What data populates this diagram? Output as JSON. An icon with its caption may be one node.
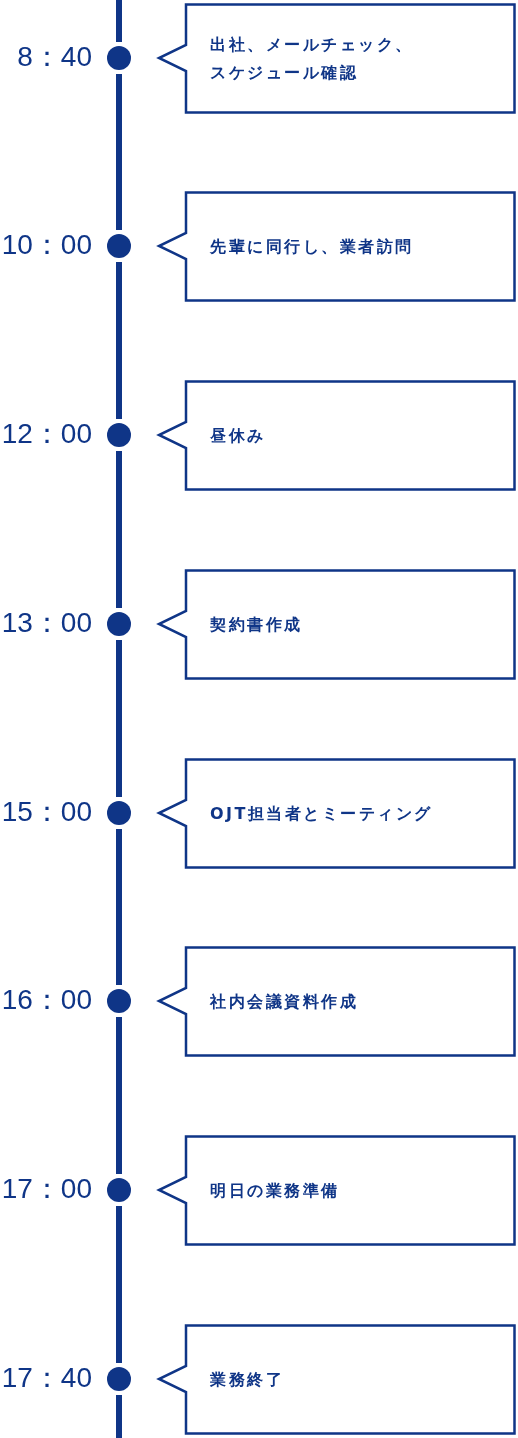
{
  "diagram": {
    "nodes": [
      {
        "text": [
          "出社、メールチェック、スケジュール確認"
        ],
        "beside": [
          "8：40"
        ]
      },
      {
        "text": [
          "先輩に同行し、業者訪問"
        ],
        "beside": [
          "10：00"
        ]
      },
      {
        "text": [
          "昼休み"
        ],
        "beside": [
          "12：00"
        ]
      },
      {
        "text": [
          "契約書作成"
        ],
        "beside": [
          "13：00"
        ]
      },
      {
        "text": [
          "OJT担当者とミーティング"
        ],
        "beside": [
          "15：00"
        ]
      },
      {
        "text": [
          "社内会議資料作成"
        ],
        "beside": [
          "16：00"
        ]
      },
      {
        "text": [
          "明日の業務準備"
        ],
        "beside": [
          "17：00"
        ]
      },
      {
        "text": [
          "業務終了"
        ],
        "beside": [
          "17：40"
        ]
      }
    ]
  }
}
